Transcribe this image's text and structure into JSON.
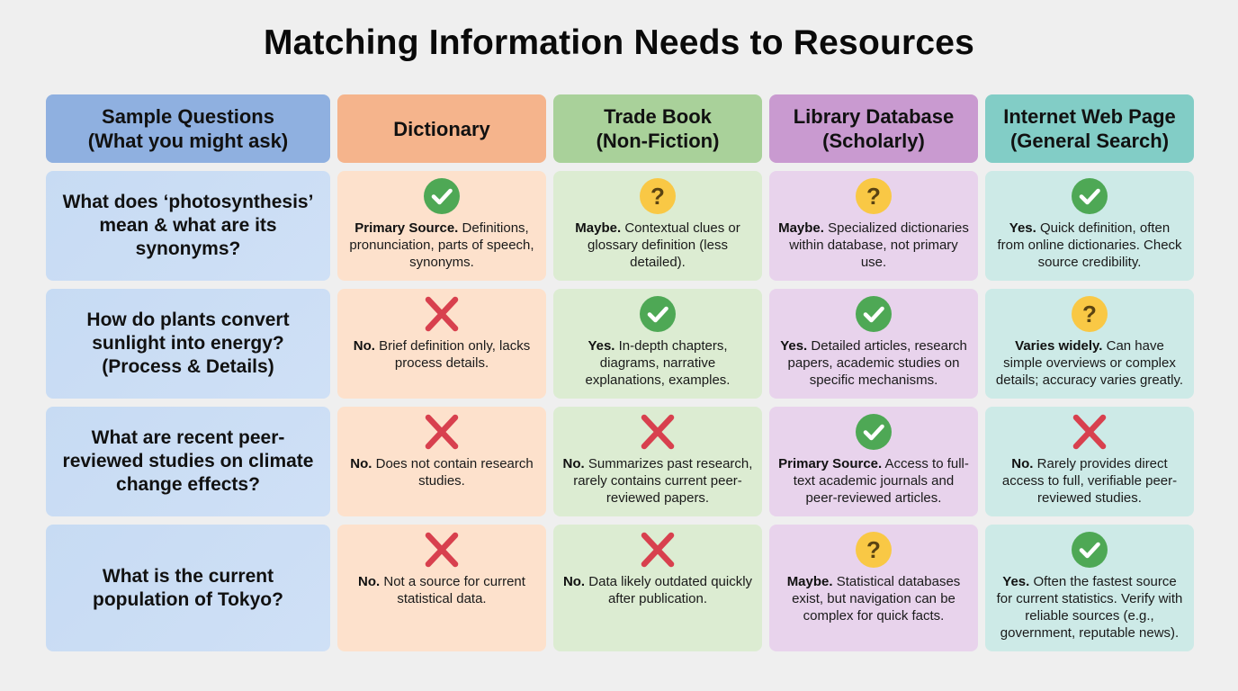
{
  "title": "Matching Information Needs to Resources",
  "colors": {
    "background": "#efefef",
    "header_questions": "#8fb0e0",
    "header_dictionary": "#f5b48c",
    "header_trade_book": "#a9d19a",
    "header_library_database": "#c99ad0",
    "header_internet": "#82cdc6",
    "check_green": "#4ea855",
    "cross_red": "#d8404e",
    "question_yellow": "#f9c845"
  },
  "headers": [
    {
      "line1": "Sample Questions",
      "line2": "(What you might ask)"
    },
    {
      "line1": "Dictionary",
      "line2": ""
    },
    {
      "line1": "Trade Book",
      "line2": "(Non-Fiction)"
    },
    {
      "line1": "Library Database",
      "line2": "(Scholarly)"
    },
    {
      "line1": "Internet Web Page",
      "line2": "(General Search)"
    }
  ],
  "rows": [
    {
      "question": "What does ‘photosynthesis’ mean & what are its synonyms?",
      "cells": [
        {
          "icon": "check-icon",
          "lead": "Primary Source.",
          "text": "Definitions, pronunciation, parts of speech, synonyms."
        },
        {
          "icon": "question-icon",
          "lead": "Maybe.",
          "text": "Contextual clues or glossary definition (less detailed)."
        },
        {
          "icon": "question-icon",
          "lead": "Maybe.",
          "text": "Specialized dictionaries within database, not primary use."
        },
        {
          "icon": "check-icon",
          "lead": "Yes.",
          "text": "Quick definition, often from online dictionaries. Check source credibility."
        }
      ]
    },
    {
      "question": "How do plants convert sunlight into energy? (Process & Details)",
      "cells": [
        {
          "icon": "cross-icon",
          "lead": "No.",
          "text": "Brief definition only, lacks process details."
        },
        {
          "icon": "check-icon",
          "lead": "Yes.",
          "text": "In-depth chapters, diagrams, narrative explanations, examples."
        },
        {
          "icon": "check-icon",
          "lead": "Yes.",
          "text": "Detailed articles, research papers, academic studies on specific mechanisms."
        },
        {
          "icon": "question-icon",
          "lead": "Varies widely.",
          "text": "Can have simple overviews or complex details; accuracy varies greatly."
        }
      ]
    },
    {
      "question": "What are recent peer-reviewed studies on climate change effects?",
      "cells": [
        {
          "icon": "cross-icon",
          "lead": "No.",
          "text": "Does not contain research studies."
        },
        {
          "icon": "cross-icon",
          "lead": "No.",
          "text": "Summarizes past research, rarely contains current peer-reviewed papers."
        },
        {
          "icon": "check-icon",
          "lead": "Primary Source.",
          "text": "Access to full-text academic journals and peer-reviewed articles."
        },
        {
          "icon": "cross-icon",
          "lead": "No.",
          "text": "Rarely provides direct access to full, verifiable peer-reviewed studies."
        }
      ]
    },
    {
      "question": "What is the current population of Tokyo?",
      "cells": [
        {
          "icon": "cross-icon",
          "lead": "No.",
          "text": "Not a source for current statistical data."
        },
        {
          "icon": "cross-icon",
          "lead": "No.",
          "text": "Data likely outdated quickly after publication."
        },
        {
          "icon": "question-icon",
          "lead": "Maybe.",
          "text": "Statistical databases exist, but navigation can be complex for quick facts."
        },
        {
          "icon": "check-icon",
          "lead": "Yes.",
          "text": "Often the fastest source for current statistics. Verify with reliable sources (e.g., government, reputable news)."
        }
      ]
    }
  ]
}
